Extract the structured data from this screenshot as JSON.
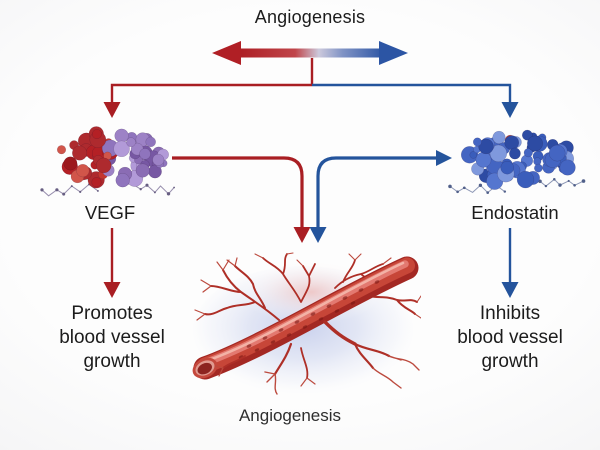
{
  "title": "Angiogenesis",
  "theme": {
    "red": "#a91e23",
    "blue": "#24549c",
    "bright_red": "#b01f25",
    "bright_blue": "#2c55a4",
    "text": "#1c1c1c",
    "background": "#fbfbfa"
  },
  "nodes": {
    "vegf": {
      "label": "VEGF",
      "illustration": "red-purple-protein-molecule",
      "effect_lines": [
        "Promotes",
        "blood vessel",
        "growth"
      ]
    },
    "endostatin": {
      "label": "Endostatin",
      "illustration": "blue-protein-molecule",
      "effect_lines": [
        "Inhibits",
        "blood vessel",
        "growth"
      ]
    },
    "vessel": {
      "caption": "Angiogenesis",
      "illustration": "branching-blood-vessel"
    }
  },
  "edges": [
    {
      "from": "title",
      "to": "vegf",
      "color": "red",
      "style": "elbow-down-arrow"
    },
    {
      "from": "title",
      "to": "endostatin",
      "color": "blue",
      "style": "elbow-down-arrow"
    },
    {
      "from": "vegf",
      "to": "vessel",
      "color": "red",
      "style": "curved-down-arrow"
    },
    {
      "from": "endostatin",
      "to": "vessel",
      "color": "blue",
      "style": "curved-double-headed-arrow"
    },
    {
      "from": "vegf",
      "to": "vegf-effect-text",
      "color": "red",
      "style": "straight-down-arrow"
    },
    {
      "from": "endostatin",
      "to": "endostatin-effect-text",
      "color": "blue",
      "style": "straight-down-arrow"
    }
  ],
  "spectrum_arrow": {
    "left_color": "#b01f25",
    "right_color": "#2c55a4",
    "style": "double-headed-gradient"
  },
  "molecule_palettes": {
    "vegf_main": [
      "#b42025",
      "#c5362f",
      "#9c181d",
      "#d1554a",
      "#ae2a2e"
    ],
    "vegf_secondary": [
      "#8a6cb4",
      "#9d82c6",
      "#7757a3",
      "#b29ad8",
      "#8f74bd"
    ],
    "endostatin_main": [
      "#3a5dbb",
      "#2d4ba3",
      "#5576cf",
      "#7f99dd",
      "#4465c2"
    ],
    "endostatin_accent": [
      "#c03a35"
    ]
  }
}
